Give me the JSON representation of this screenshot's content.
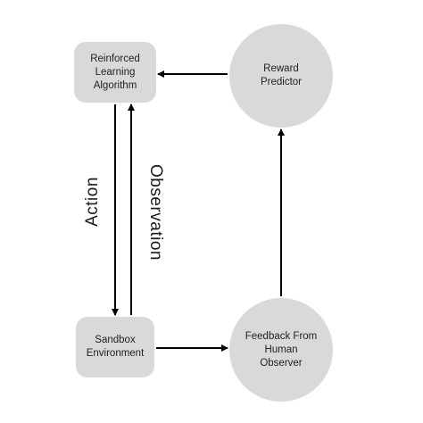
{
  "nodes": {
    "rl_algorithm": "Reinforced\nLearning\nAlgorithm",
    "reward_predictor": "Reward\nPredictor",
    "sandbox_environment": "Sandbox\nEnvironment",
    "feedback": "Feedback From\nHuman\nObserver"
  },
  "edges": {
    "action_label": "Action",
    "observation_label": "Observation"
  },
  "colors": {
    "node_fill": "#d9d9d9",
    "arrow": "#000000",
    "background": "#ffffff"
  }
}
